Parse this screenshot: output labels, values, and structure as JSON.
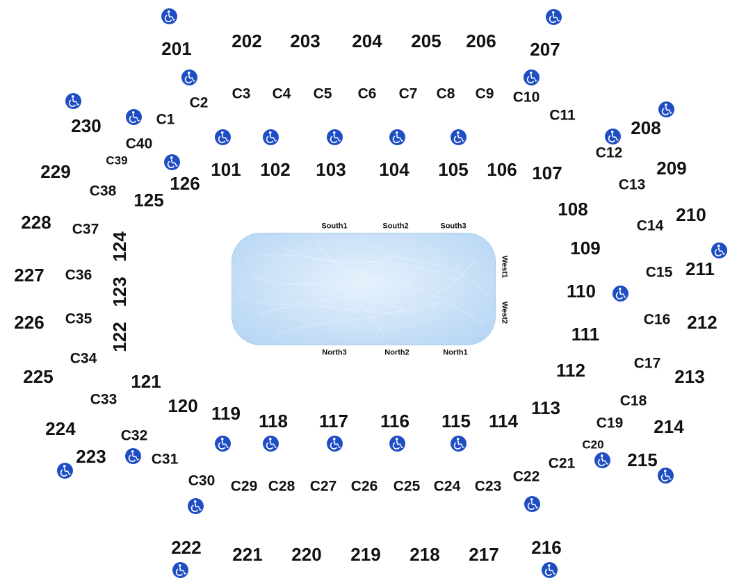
{
  "colors": {
    "accessible_icon": "#1f4ec4",
    "rink_ice": "#cfe4f8",
    "label_text": "#111111"
  },
  "icon_name": "wheelchair-accessible-icon",
  "rink": {
    "sides": [
      "South1",
      "South2",
      "South3",
      "West1",
      "West2",
      "North3",
      "North2",
      "North1"
    ]
  },
  "sections": {
    "upper": [
      "201",
      "202",
      "203",
      "204",
      "205",
      "206",
      "207",
      "208",
      "209",
      "210",
      "211",
      "212",
      "213",
      "214",
      "215",
      "216",
      "217",
      "218",
      "219",
      "220",
      "221",
      "222",
      "223",
      "224",
      "225",
      "226",
      "227",
      "228",
      "229",
      "230"
    ],
    "lower": [
      "101",
      "102",
      "103",
      "104",
      "105",
      "106",
      "107",
      "108",
      "109",
      "110",
      "111",
      "112",
      "113",
      "114",
      "115",
      "116",
      "117",
      "118",
      "119",
      "120",
      "121",
      "122",
      "123",
      "124",
      "125",
      "126"
    ],
    "club": [
      "C1",
      "C2",
      "C3",
      "C4",
      "C5",
      "C6",
      "C7",
      "C8",
      "C9",
      "C10",
      "C11",
      "C12",
      "C13",
      "C14",
      "C15",
      "C16",
      "C17",
      "C18",
      "C19",
      "C20",
      "C21",
      "C22",
      "C23",
      "C24",
      "C25",
      "C26",
      "C27",
      "C28",
      "C29",
      "C30",
      "C31",
      "C32",
      "C33",
      "C34",
      "C35",
      "C36",
      "C37",
      "C38",
      "C39",
      "C40"
    ]
  }
}
